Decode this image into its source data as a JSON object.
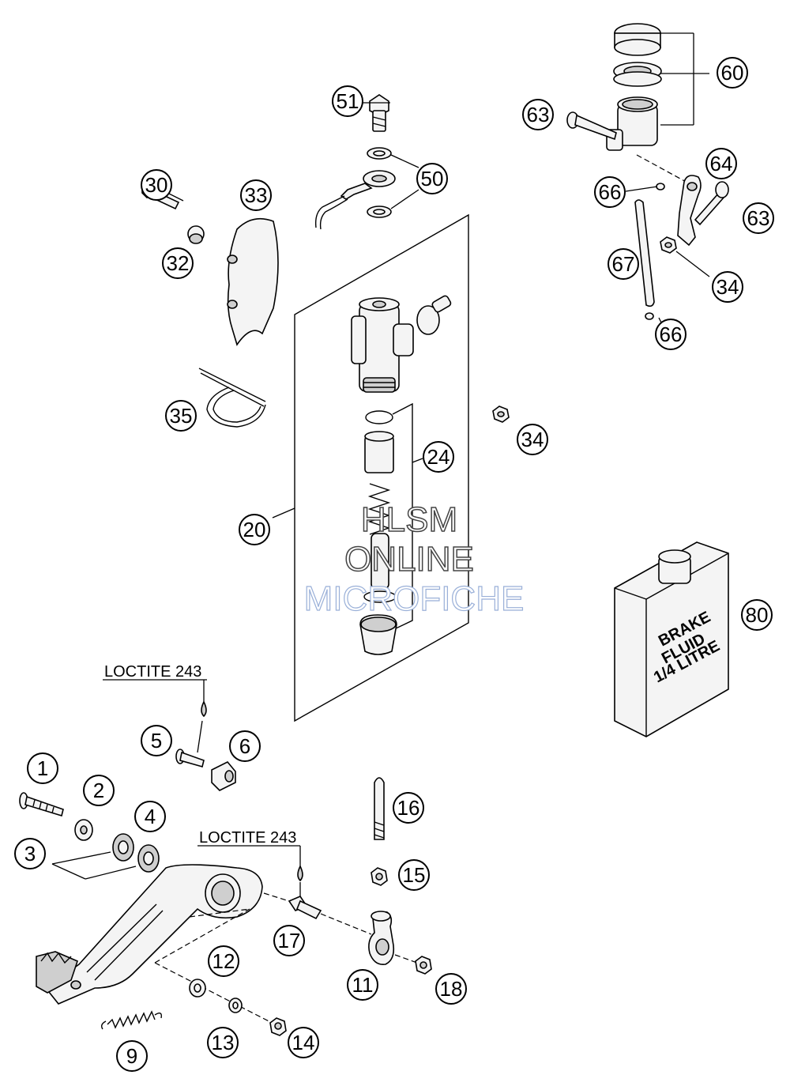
{
  "labels": {
    "loctite_top": "LOCTITE 243",
    "loctite_bottom": "LOCTITE 243"
  },
  "fluid_can": {
    "line1": "BRAKE",
    "line2": "FLUID",
    "line3": "1/4 LITRE"
  },
  "watermark": {
    "line1": "HLSM",
    "line2": "ONLINE",
    "line3": "MICROFICHE"
  },
  "callouts": {
    "c1": "1",
    "c2": "2",
    "c3": "3",
    "c4": "4",
    "c5": "5",
    "c6": "6",
    "c9": "9",
    "c11": "11",
    "c12": "12",
    "c13": "13",
    "c14": "14",
    "c15": "15",
    "c16": "16",
    "c17": "17",
    "c18": "18",
    "c20": "20",
    "c24": "24",
    "c30": "30",
    "c32": "32",
    "c33": "33",
    "c34a": "34",
    "c34b": "34",
    "c35": "35",
    "c50": "50",
    "c51": "51",
    "c60": "60",
    "c63a": "63",
    "c63b": "63",
    "c64": "64",
    "c66a": "66",
    "c66b": "66",
    "c67": "67",
    "c80": "80"
  }
}
